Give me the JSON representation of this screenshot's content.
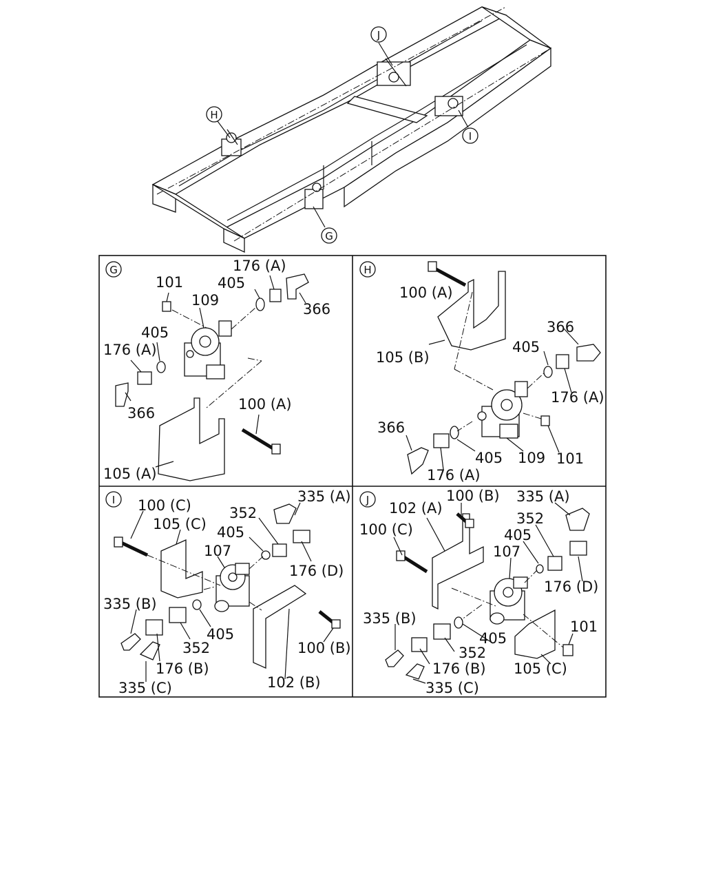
{
  "overview": {
    "callouts": {
      "j": "J",
      "h": "H",
      "i": "I",
      "g": "G"
    }
  },
  "panels": {
    "g": {
      "tag": "G",
      "labels": {
        "l101": "101",
        "l109": "109",
        "l405a": "405",
        "l176a_top": "176 (A)",
        "l366a": "366",
        "l405b": "405",
        "l176a_left": "176 (A)",
        "l366b": "366",
        "l100a": "100 (A)",
        "l105a": "105 (A)"
      }
    },
    "h": {
      "tag": "H",
      "labels": {
        "l100a": "100 (A)",
        "l105b": "105 (B)",
        "l366a": "366",
        "l405a": "405",
        "l176a_right": "176 (A)",
        "l366b": "366",
        "l405b": "405",
        "l109": "109",
        "l101": "101",
        "l176a_bottom": "176 (A)"
      }
    },
    "i": {
      "tag": "I",
      "labels": {
        "l100c": "100 (C)",
        "l105c": "105 (C)",
        "l352a": "352",
        "l335a": "335 (A)",
        "l405a": "405",
        "l107": "107",
        "l176d": "176 (D)",
        "l335b": "335 (B)",
        "l352b": "352",
        "l405b": "405",
        "l176b": "176 (B)",
        "l100b": "100 (B)",
        "l335c": "335 (C)",
        "l102b": "102 (B)"
      }
    },
    "j": {
      "tag": "J",
      "labels": {
        "l102a": "102 (A)",
        "l100b": "100 (B)",
        "l335a": "335 (A)",
        "l100c": "100 (C)",
        "l352a": "352",
        "l405a": "405",
        "l107": "107",
        "l176d": "176 (D)",
        "l335b": "335 (B)",
        "l101": "101",
        "l405b": "405",
        "l352b": "352",
        "l176b": "176 (B)",
        "l105c": "105 (C)",
        "l335c": "335 (C)"
      }
    }
  }
}
